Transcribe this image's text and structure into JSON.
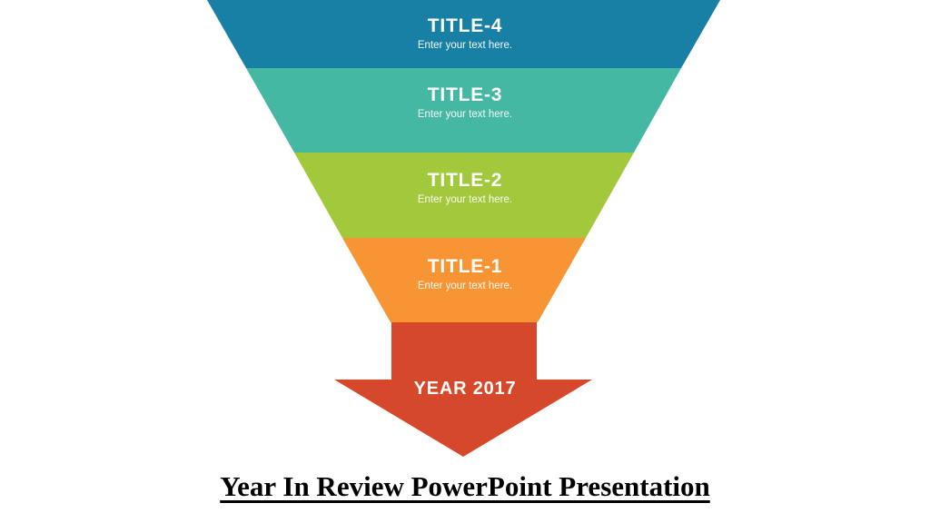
{
  "funnel": {
    "layers": [
      {
        "title": "TITLE-4",
        "subtitle": "Enter your text here.",
        "color": "#1880A4"
      },
      {
        "title": "TITLE-3",
        "subtitle": "Enter your text here.",
        "color": "#45B8A3"
      },
      {
        "title": "TITLE-2",
        "subtitle": "Enter your text here.",
        "color": "#A2C93C"
      },
      {
        "title": "TITLE-1",
        "subtitle": "Enter your text here.",
        "color": "#F79433"
      }
    ],
    "arrow": {
      "label": "YEAR 2017",
      "color": "#D5482B"
    }
  },
  "caption": "Year In Review PowerPoint Presentation",
  "colors": {
    "background": "#FFFFFF",
    "funnel_text": "#FFFFFF",
    "caption_text": "#000000"
  }
}
